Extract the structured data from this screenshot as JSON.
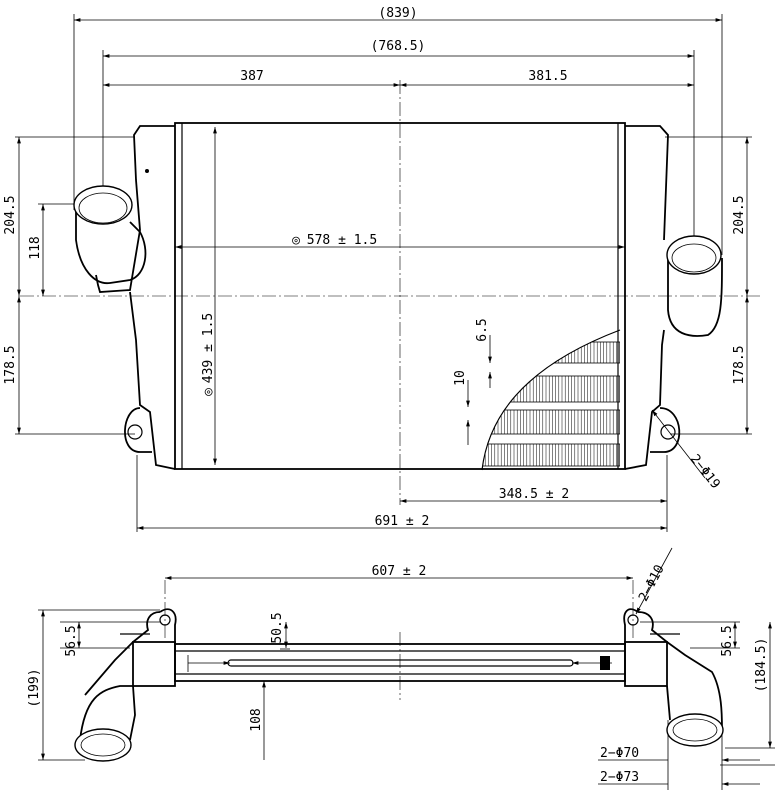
{
  "dimensions": {
    "overall_width": "(839)",
    "inlet_outlet_span": "(768.5)",
    "left_half": "387",
    "right_half": "381.5",
    "left_upper_height": "204.5",
    "left_inlet_offset": "118",
    "left_lower_height": "178.5",
    "right_upper_height": "204.5",
    "right_lower_height": "178.5",
    "core_width": "578 ± 1.5",
    "core_height": "439 ± 1.5",
    "fin_pitch_small": "6.5",
    "fin_pitch_large": "10",
    "center_to_right": "348.5 ± 2",
    "mount_span": "691 ± 2",
    "mount_holes": "2−Φ19",
    "bottom_bracket_span": "607 ± 2",
    "bottom_bracket_holes": "2−Φ10",
    "bottom_offset_left": "56.5",
    "bottom_offset_tube": "50.5",
    "bottom_total_height_left": "(199)",
    "bottom_depth": "108",
    "bottom_offset_right": "56.5",
    "bottom_total_height_right": "(184.5)",
    "tube_inner_dia": "2−Φ70",
    "tube_outer_dia": "2−Φ73"
  },
  "symbols": {
    "flatness": "◎"
  }
}
